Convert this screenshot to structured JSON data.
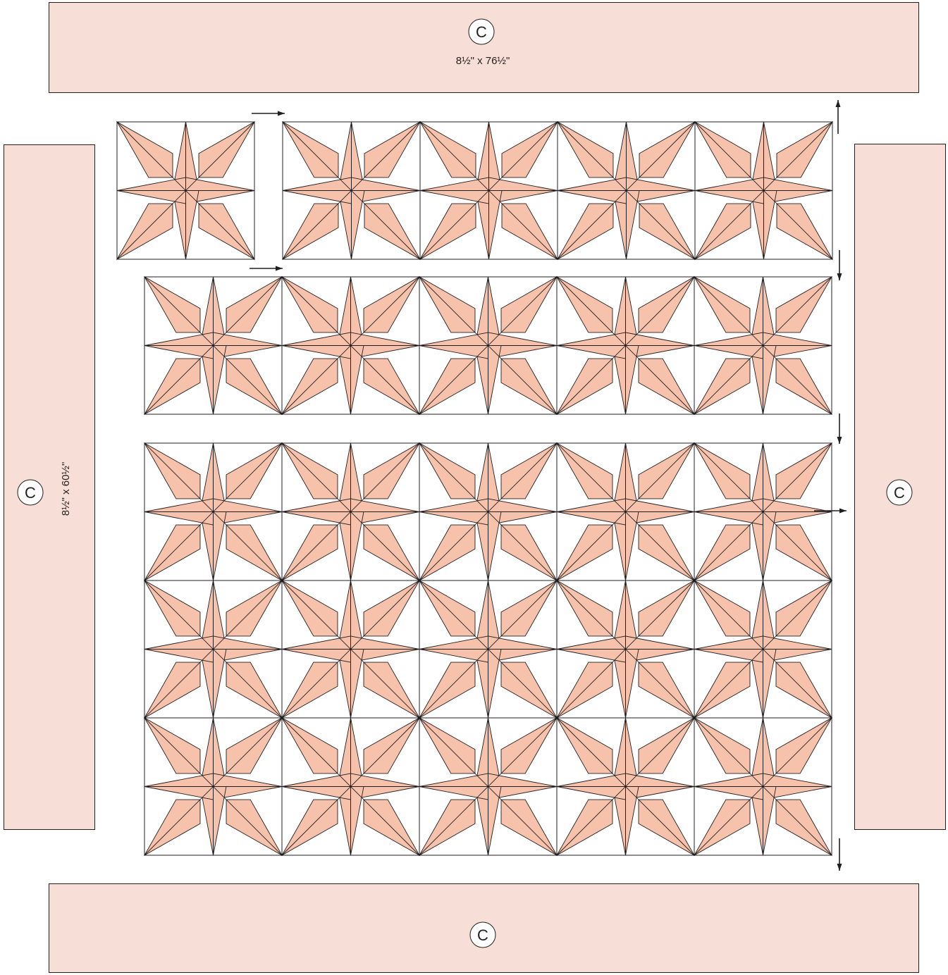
{
  "colors": {
    "border_fill": "#f7dfd7",
    "star_fill": "#f7c2ab",
    "background_fill": "#ffffff",
    "outline": "#231f20"
  },
  "borders": {
    "top": {
      "badge": "C",
      "dimension": "8½\" x 76½\""
    },
    "left": {
      "badge": "C",
      "dimension": "8½\" x 60½\""
    },
    "right": {
      "badge": "C"
    },
    "bottom": {
      "badge": "C"
    }
  },
  "rows": [
    {
      "blocks": 5,
      "note": "first block shown detached"
    },
    {
      "blocks": 5
    },
    {
      "blocks": 15,
      "layout": "3 rows of 5"
    }
  ],
  "arrows": [
    {
      "direction": "right"
    },
    {
      "direction": "right"
    },
    {
      "direction": "up"
    },
    {
      "direction": "down"
    },
    {
      "direction": "down"
    },
    {
      "direction": "right"
    },
    {
      "direction": "down"
    }
  ]
}
